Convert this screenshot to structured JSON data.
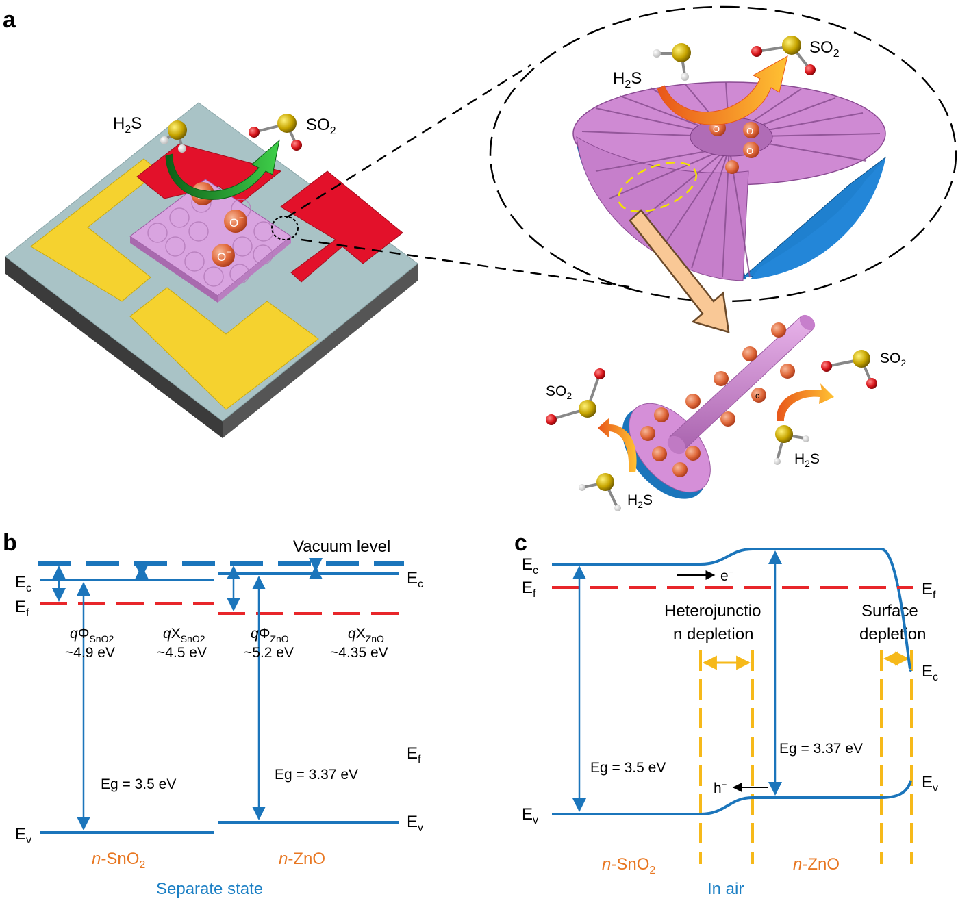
{
  "panels": {
    "a": "a",
    "b": "b",
    "c": "c"
  },
  "colors": {
    "band_blue": "#1b75bb",
    "fermi_red": "#e8262a",
    "depletion_yellow": "#f6b91a",
    "material_orange": "#e87722",
    "state_blue": "#1b7fc4",
    "sphere_pink": "#d58fd8",
    "substrate": "#a9c3c6",
    "electrode_yellow": "#f5d22f",
    "heater_red": "#e3112a",
    "sulfur": "#c7a500",
    "oxygen": "#d9161b",
    "arrow_green": "#1f8f2a",
    "arrow_orange": "#f5a01a"
  },
  "panel_a": {
    "gases": {
      "h2s": "H",
      "h2s_sub": "2",
      "h2s_tail": "S",
      "so2": "SO",
      "so2_sub": "2"
    },
    "ion_label": "O",
    "ion_charge": "−",
    "rod_special_label": "c"
  },
  "panel_b": {
    "vacuum_label": "Vacuum level",
    "q_phi_sno2": {
      "q": "q",
      "sym": "Φ",
      "sub": "SnO2",
      "value": "~4.9 eV"
    },
    "q_chi_sno2": {
      "q": "q",
      "sym": "X",
      "sub": "SnO2",
      "value": "~4.5 eV"
    },
    "q_phi_zno": {
      "q": "q",
      "sym": "Φ",
      "sub": "ZnO",
      "value": "~5.2 eV"
    },
    "q_chi_zno": {
      "q": "q",
      "sym": "X",
      "sub": "ZnO",
      "value": "~4.35 eV"
    },
    "ec": {
      "base": "E",
      "sub": "c"
    },
    "ef": {
      "base": "E",
      "sub": "f"
    },
    "ev": {
      "base": "E",
      "sub": "v"
    },
    "eg_sno2": "Eg = 3.5 eV",
    "eg_zno": "Eg = 3.37 eV",
    "mat_sno2": {
      "n": "n",
      "rest": "-SnO",
      "sub": "2"
    },
    "mat_zno": {
      "n": "n",
      "rest": "-ZnO"
    },
    "state": "Separate state"
  },
  "panel_c": {
    "hetero_line1": "Heterojunctio",
    "hetero_line2": "n depletion",
    "surface_line1": "Surface",
    "surface_line2": "depletion",
    "ec": {
      "base": "E",
      "sub": "c"
    },
    "ef": {
      "base": "E",
      "sub": "f"
    },
    "ev": {
      "base": "E",
      "sub": "v"
    },
    "electron": "e",
    "electron_sup": "−",
    "hole": "h",
    "hole_sup": "+",
    "eg_sno2": "Eg = 3.5 eV",
    "eg_zno": "Eg = 3.37 eV",
    "mat_sno2": {
      "n": "n",
      "rest": "-SnO",
      "sub": "2"
    },
    "mat_zno": {
      "n": "n",
      "rest": "-ZnO"
    },
    "state": "In air"
  }
}
